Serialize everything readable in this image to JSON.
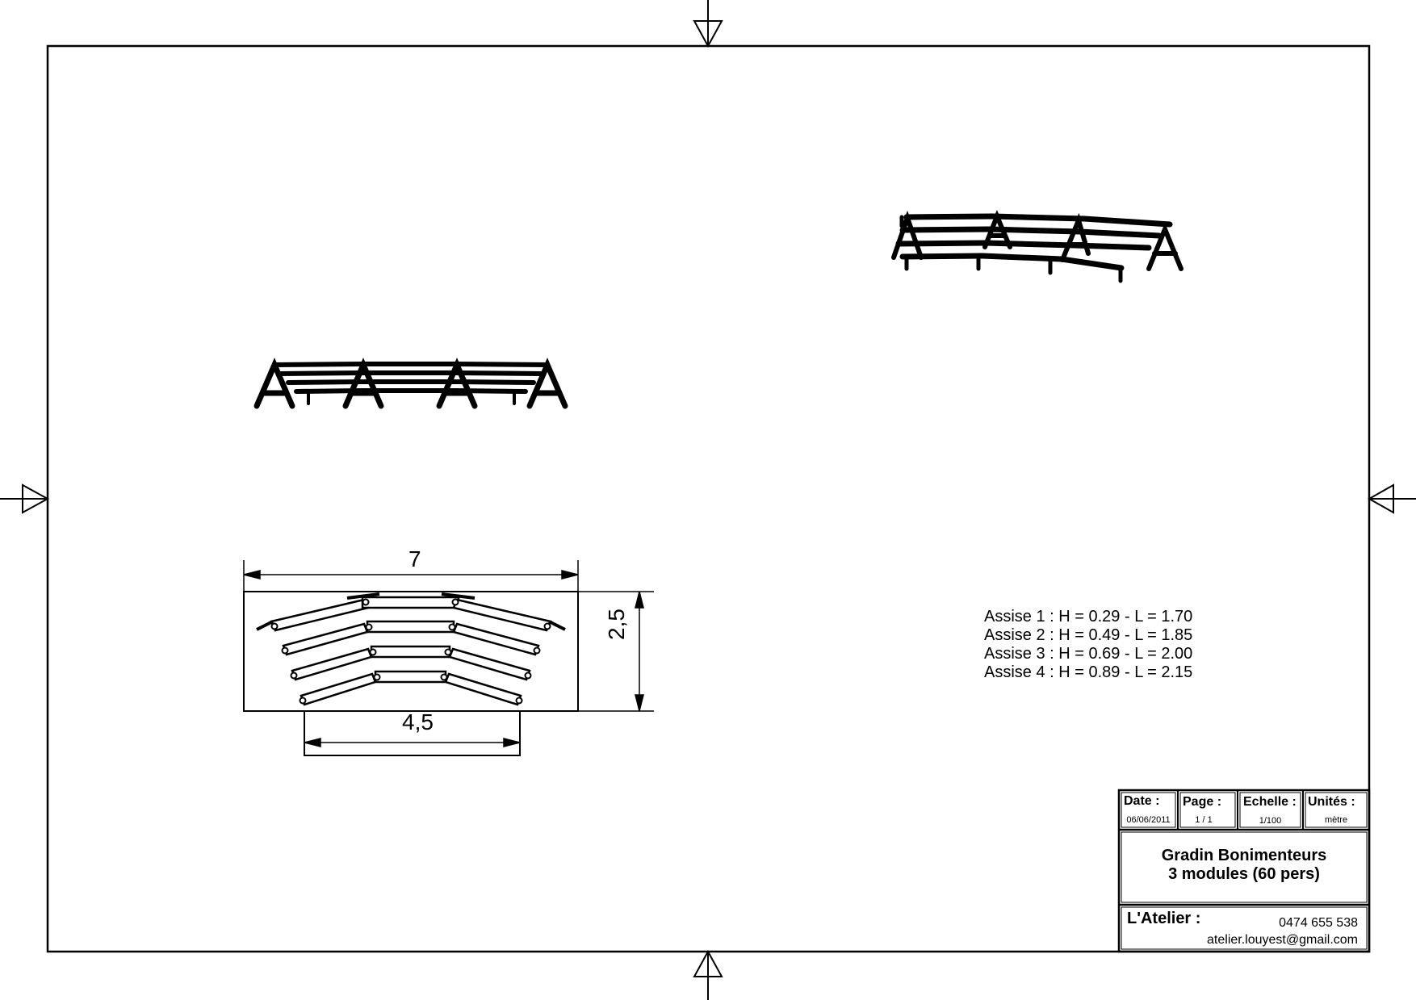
{
  "dimensions": {
    "width_top": "7",
    "depth": "2,5",
    "width_bottom": "4,5"
  },
  "notes": [
    "Assise 1 : H = 0.29 - L = 1.70",
    "Assise 2 : H = 0.49 - L = 1.85",
    "Assise 3 : H = 0.69 - L = 2.00",
    "Assise 4 : H = 0.89 - L = 2.15"
  ],
  "title_block": {
    "date_label": "Date :",
    "date_value": "06/06/2011",
    "page_label": "Page :",
    "page_value": "1  /  1",
    "scale_label": "Echelle :",
    "scale_value": "1/100",
    "units_label": "Unités :",
    "units_value": "mètre",
    "title_line1": "Gradin Bonimenteurs",
    "title_line2": "3 modules (60 pers)",
    "company": "L'Atelier :",
    "phone": "0474 655 538",
    "email": "atelier.louyest@gmail.com"
  }
}
